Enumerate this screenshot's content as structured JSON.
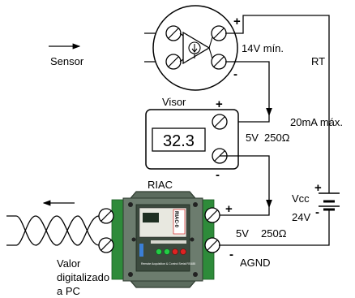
{
  "labels": {
    "sensor": "Sensor",
    "min_voltage": "14V mín.",
    "rt": "RT",
    "max_current": "20mA máx.",
    "visor": "Visor",
    "display_value": "32.3",
    "visor_v": "5V",
    "visor_r": "250Ω",
    "riac": "RIAC",
    "riac_brand": "RIAC-0",
    "board_caption": "Remote Acquisition & Control Serial RS485",
    "riac_v": "5V",
    "riac_r": "250Ω",
    "vcc": "Vcc",
    "v24": "24V",
    "agnd": "AGND",
    "valor": "Valor",
    "digitalizado": "digitalizado",
    "a_pc": "a PC"
  },
  "signs": {
    "sensor_plus": "+",
    "sensor_minus": "-",
    "visor_plus": "+",
    "visor_minus": "-",
    "riac_plus": "+",
    "riac_minus": "-",
    "supply_plus": "+",
    "supply_minus": "-"
  },
  "colors": {
    "line": "#000000",
    "module_body": "#5b6b5d",
    "terminal_green": "#2e8b3a",
    "led_green": "#22cc44",
    "led_red": "#dd2222",
    "riac_text": "#cc0000",
    "chip_blue": "#3b7fd6"
  }
}
